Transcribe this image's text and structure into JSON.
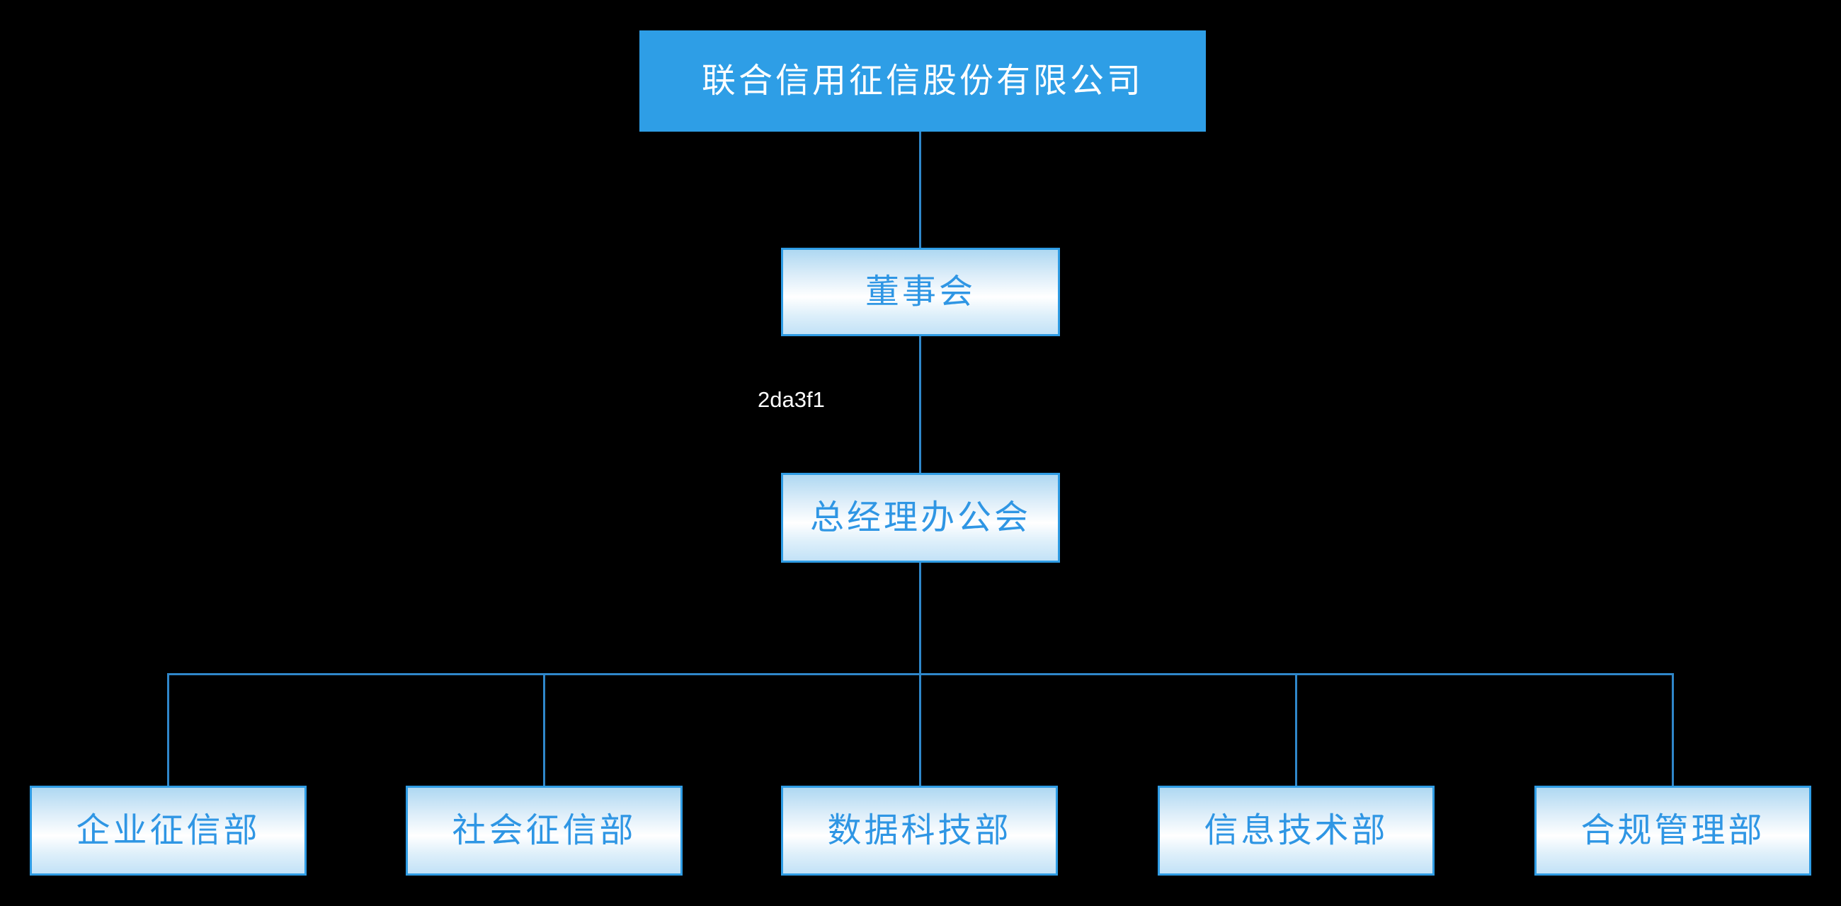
{
  "colors": {
    "canvas-bg": "#000000",
    "node-solid-fill": "#2e9ee6",
    "node-border": "#2f9ce4",
    "node-text-blue": "#2f96e4",
    "node-text-white": "#ffffff",
    "connector": "#2f87ca",
    "gradient-top": "#aed8f2",
    "gradient-mid": "#ffffff",
    "gradient-bottom": "#c3e2f7"
  },
  "org": {
    "root": {
      "label": "联合信用征信股份有限公司"
    },
    "board": {
      "label": "董事会"
    },
    "gm_office": {
      "label": "总经理办公会"
    },
    "departments": [
      {
        "label": "企业征信部"
      },
      {
        "label": "社会征信部"
      },
      {
        "label": "数据科技部"
      },
      {
        "label": "信息技术部"
      },
      {
        "label": "合规管理部"
      }
    ],
    "annotation": {
      "text": "2da3f1"
    }
  }
}
